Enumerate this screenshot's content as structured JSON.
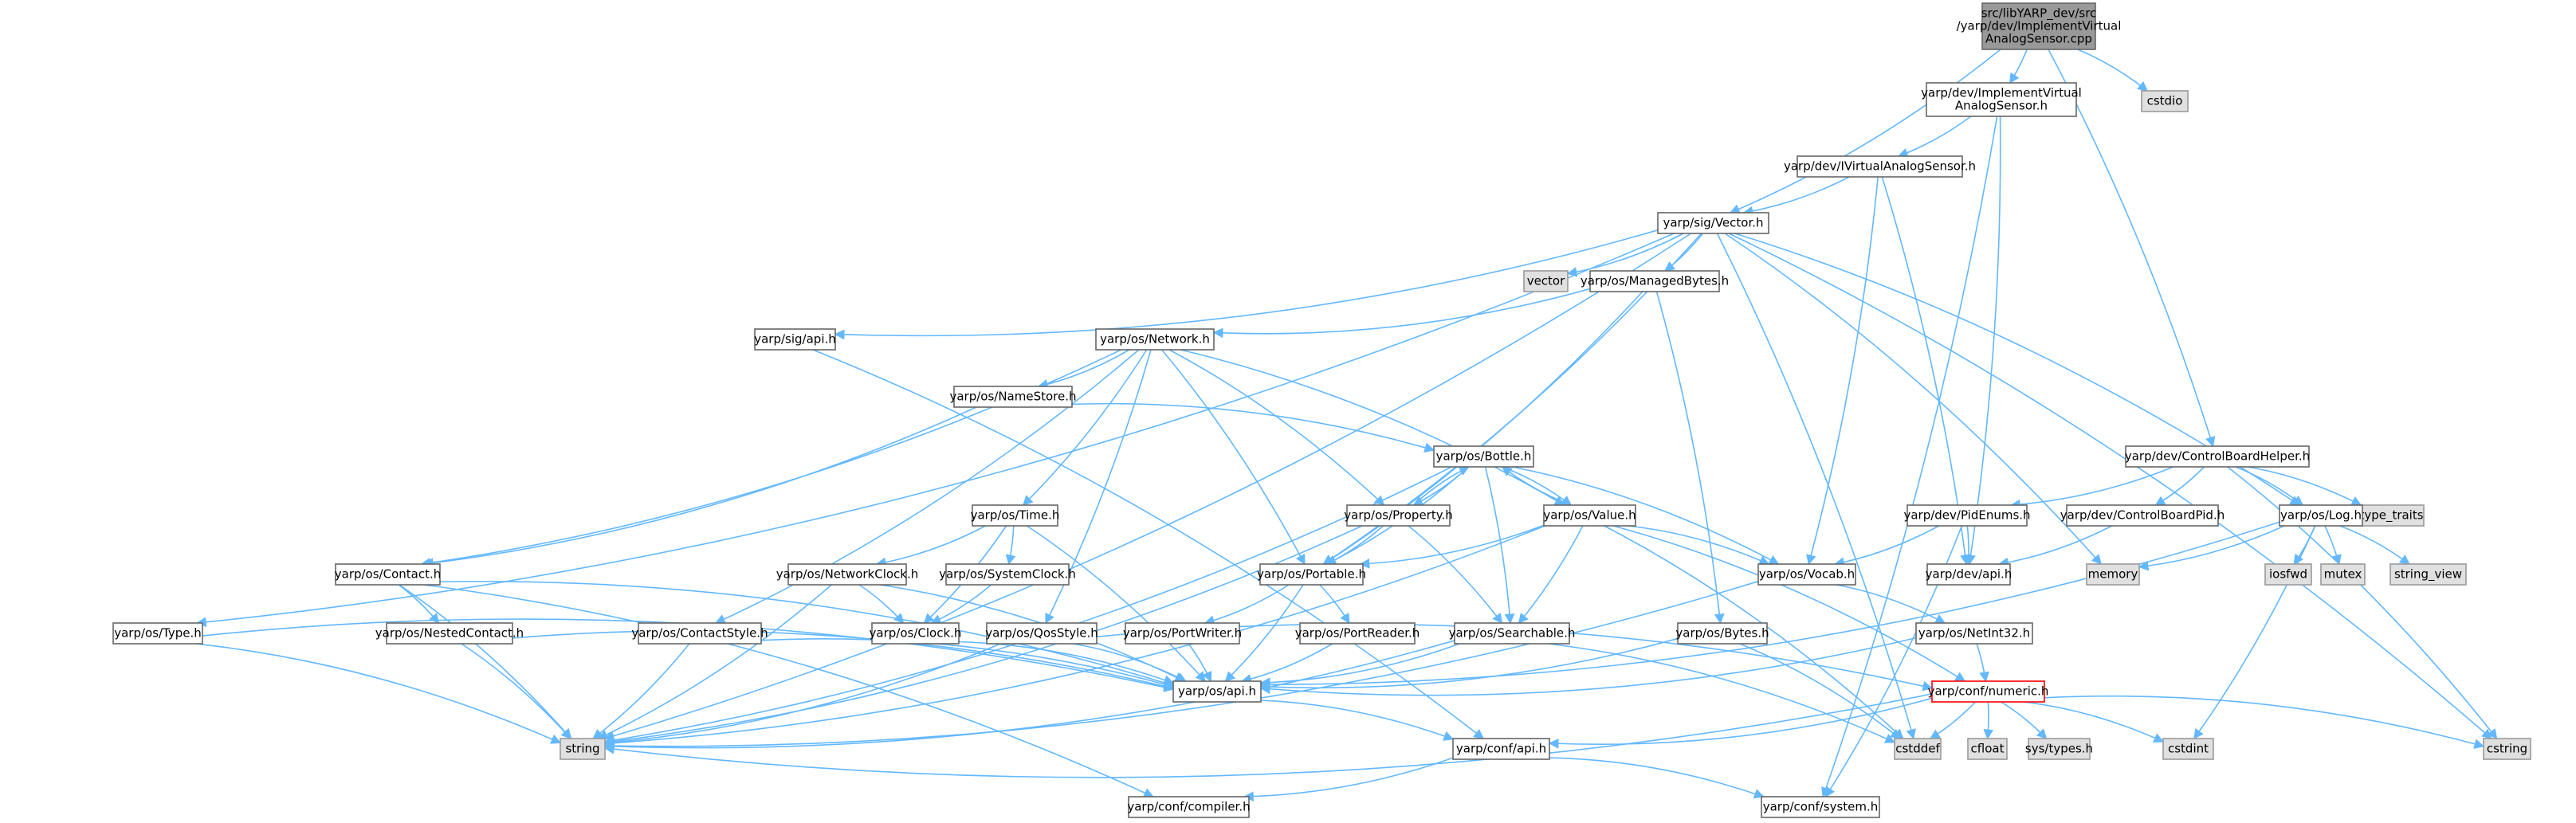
{
  "title": "src/libYARP_dev/src/yarp/dev/ImplementVirtualAnalogSensor.cpp",
  "colors": {
    "edge": "#63b8ff",
    "node_fill": "#ffffff",
    "node_stroke": "#666666",
    "root_fill": "#999999",
    "system_fill": "#e0e0e0",
    "system_stroke": "#999999",
    "warn_stroke": "#ff0000",
    "text": "#000000"
  },
  "nodes": [
    {
      "id": "root",
      "lines": [
        "src/libYARP_dev/src",
        "/yarp/dev/ImplementVirtual",
        "AnalogSensor.cpp"
      ],
      "kind": "root"
    },
    {
      "id": "cstdio",
      "lines": [
        "cstdio"
      ],
      "kind": "system"
    },
    {
      "id": "impl_h",
      "lines": [
        "yarp/dev/ImplementVirtual",
        "AnalogSensor.h"
      ],
      "kind": "normal"
    },
    {
      "id": "ivas_h",
      "lines": [
        "yarp/dev/IVirtualAnalogSensor.h"
      ],
      "kind": "normal"
    },
    {
      "id": "vector_h",
      "lines": [
        "yarp/sig/Vector.h"
      ],
      "kind": "normal"
    },
    {
      "id": "vector",
      "lines": [
        "vector"
      ],
      "kind": "system"
    },
    {
      "id": "managedbytes",
      "lines": [
        "yarp/os/ManagedBytes.h"
      ],
      "kind": "normal"
    },
    {
      "id": "sig_api",
      "lines": [
        "yarp/sig/api.h"
      ],
      "kind": "normal"
    },
    {
      "id": "network",
      "lines": [
        "yarp/os/Network.h"
      ],
      "kind": "normal"
    },
    {
      "id": "namestore",
      "lines": [
        "yarp/os/NameStore.h"
      ],
      "kind": "normal"
    },
    {
      "id": "bottle",
      "lines": [
        "yarp/os/Bottle.h"
      ],
      "kind": "normal"
    },
    {
      "id": "cbhelper",
      "lines": [
        "yarp/dev/ControlBoardHelper.h"
      ],
      "kind": "normal"
    },
    {
      "id": "type_traits",
      "lines": [
        "type_traits"
      ],
      "kind": "system"
    },
    {
      "id": "property",
      "lines": [
        "yarp/os/Property.h"
      ],
      "kind": "normal"
    },
    {
      "id": "value",
      "lines": [
        "yarp/os/Value.h"
      ],
      "kind": "normal"
    },
    {
      "id": "time",
      "lines": [
        "yarp/os/Time.h"
      ],
      "kind": "normal"
    },
    {
      "id": "pidenums",
      "lines": [
        "yarp/dev/PidEnums.h"
      ],
      "kind": "normal"
    },
    {
      "id": "cbpid",
      "lines": [
        "yarp/dev/ControlBoardPid.h"
      ],
      "kind": "normal"
    },
    {
      "id": "log",
      "lines": [
        "yarp/os/Log.h"
      ],
      "kind": "normal"
    },
    {
      "id": "contact",
      "lines": [
        "yarp/os/Contact.h"
      ],
      "kind": "normal"
    },
    {
      "id": "netclock",
      "lines": [
        "yarp/os/NetworkClock.h"
      ],
      "kind": "normal"
    },
    {
      "id": "sysclock",
      "lines": [
        "yarp/os/SystemClock.h"
      ],
      "kind": "normal"
    },
    {
      "id": "portable",
      "lines": [
        "yarp/os/Portable.h"
      ],
      "kind": "normal"
    },
    {
      "id": "vocab",
      "lines": [
        "yarp/os/Vocab.h"
      ],
      "kind": "normal"
    },
    {
      "id": "dev_api",
      "lines": [
        "yarp/dev/api.h"
      ],
      "kind": "normal"
    },
    {
      "id": "memory",
      "lines": [
        "memory"
      ],
      "kind": "system"
    },
    {
      "id": "iosfwd",
      "lines": [
        "iosfwd"
      ],
      "kind": "system"
    },
    {
      "id": "mutex",
      "lines": [
        "mutex"
      ],
      "kind": "system"
    },
    {
      "id": "string_view",
      "lines": [
        "string_view"
      ],
      "kind": "system"
    },
    {
      "id": "type_h",
      "lines": [
        "yarp/os/Type.h"
      ],
      "kind": "normal"
    },
    {
      "id": "nested",
      "lines": [
        "yarp/os/NestedContact.h"
      ],
      "kind": "normal"
    },
    {
      "id": "contactstyle",
      "lines": [
        "yarp/os/ContactStyle.h"
      ],
      "kind": "normal"
    },
    {
      "id": "clock",
      "lines": [
        "yarp/os/Clock.h"
      ],
      "kind": "normal"
    },
    {
      "id": "qosstyle",
      "lines": [
        "yarp/os/QosStyle.h"
      ],
      "kind": "normal"
    },
    {
      "id": "portwriter",
      "lines": [
        "yarp/os/PortWriter.h"
      ],
      "kind": "normal"
    },
    {
      "id": "portreader",
      "lines": [
        "yarp/os/PortReader.h"
      ],
      "kind": "normal"
    },
    {
      "id": "searchable",
      "lines": [
        "yarp/os/Searchable.h"
      ],
      "kind": "normal"
    },
    {
      "id": "bytes",
      "lines": [
        "yarp/os/Bytes.h"
      ],
      "kind": "normal"
    },
    {
      "id": "netint32",
      "lines": [
        "yarp/os/NetInt32.h"
      ],
      "kind": "normal"
    },
    {
      "id": "os_api",
      "lines": [
        "yarp/os/api.h"
      ],
      "kind": "normal"
    },
    {
      "id": "numeric",
      "lines": [
        "yarp/conf/numeric.h"
      ],
      "kind": "warn"
    },
    {
      "id": "string",
      "lines": [
        "string"
      ],
      "kind": "system"
    },
    {
      "id": "conf_api",
      "lines": [
        "yarp/conf/api.h"
      ],
      "kind": "normal"
    },
    {
      "id": "cstddef",
      "lines": [
        "cstddef"
      ],
      "kind": "system"
    },
    {
      "id": "cfloat",
      "lines": [
        "cfloat"
      ],
      "kind": "system"
    },
    {
      "id": "systypes",
      "lines": [
        "sys/types.h"
      ],
      "kind": "system"
    },
    {
      "id": "cstdint",
      "lines": [
        "cstdint"
      ],
      "kind": "system"
    },
    {
      "id": "cstring",
      "lines": [
        "cstring"
      ],
      "kind": "system"
    },
    {
      "id": "compiler",
      "lines": [
        "yarp/conf/compiler.h"
      ],
      "kind": "normal"
    },
    {
      "id": "system",
      "lines": [
        "yarp/conf/system.h"
      ],
      "kind": "normal"
    }
  ],
  "edges": [
    [
      "root",
      "cstdio"
    ],
    [
      "root",
      "impl_h"
    ],
    [
      "root",
      "vector_h"
    ],
    [
      "root",
      "cbhelper"
    ],
    [
      "impl_h",
      "ivas_h"
    ],
    [
      "impl_h",
      "dev_api"
    ],
    [
      "impl_h",
      "system"
    ],
    [
      "ivas_h",
      "vector_h"
    ],
    [
      "ivas_h",
      "vocab"
    ],
    [
      "ivas_h",
      "dev_api"
    ],
    [
      "vector_h",
      "vector"
    ],
    [
      "vector_h",
      "managedbytes"
    ],
    [
      "vector_h",
      "sig_api"
    ],
    [
      "vector_h",
      "type_h"
    ],
    [
      "vector_h",
      "string"
    ],
    [
      "vector_h",
      "portable"
    ],
    [
      "vector_h",
      "log"
    ],
    [
      "vector_h",
      "memory"
    ],
    [
      "vector_h",
      "cstddef"
    ],
    [
      "vector_h",
      "cstring"
    ],
    [
      "managedbytes",
      "network"
    ],
    [
      "managedbytes",
      "portable"
    ],
    [
      "managedbytes",
      "bytes"
    ],
    [
      "sig_api",
      "conf_api"
    ],
    [
      "network",
      "namestore"
    ],
    [
      "network",
      "contact"
    ],
    [
      "network",
      "contactstyle"
    ],
    [
      "network",
      "time"
    ],
    [
      "network",
      "portable"
    ],
    [
      "network",
      "property"
    ],
    [
      "network",
      "value"
    ],
    [
      "network",
      "qosstyle"
    ],
    [
      "namestore",
      "bottle"
    ],
    [
      "namestore",
      "contact"
    ],
    [
      "bottle",
      "property"
    ],
    [
      "bottle",
      "value"
    ],
    [
      "bottle",
      "portable"
    ],
    [
      "bottle",
      "searchable"
    ],
    [
      "bottle",
      "vocab"
    ],
    [
      "bottle",
      "string"
    ],
    [
      "property",
      "bottle"
    ],
    [
      "property",
      "portable"
    ],
    [
      "property",
      "searchable"
    ],
    [
      "property",
      "string"
    ],
    [
      "value",
      "bottle"
    ],
    [
      "value",
      "portable"
    ],
    [
      "value",
      "searchable"
    ],
    [
      "value",
      "vocab"
    ],
    [
      "value",
      "numeric"
    ],
    [
      "value",
      "cstddef"
    ],
    [
      "value",
      "string"
    ],
    [
      "time",
      "netclock"
    ],
    [
      "time",
      "sysclock"
    ],
    [
      "time",
      "clock"
    ],
    [
      "time",
      "os_api"
    ],
    [
      "netclock",
      "clock"
    ],
    [
      "netclock",
      "os_api"
    ],
    [
      "netclock",
      "string"
    ],
    [
      "sysclock",
      "clock"
    ],
    [
      "cbhelper",
      "pidenums"
    ],
    [
      "cbhelper",
      "cbpid"
    ],
    [
      "cbhelper",
      "log"
    ],
    [
      "cbhelper",
      "type_traits"
    ],
    [
      "cbhelper",
      "cstring"
    ],
    [
      "pidenums",
      "vocab"
    ],
    [
      "pidenums",
      "dev_api"
    ],
    [
      "pidenums",
      "system"
    ],
    [
      "cbpid",
      "dev_api"
    ],
    [
      "log",
      "os_api"
    ],
    [
      "log",
      "memory"
    ],
    [
      "log",
      "iosfwd"
    ],
    [
      "log",
      "mutex"
    ],
    [
      "log",
      "string_view"
    ],
    [
      "log",
      "cstdint"
    ],
    [
      "contact",
      "nested"
    ],
    [
      "contact",
      "string"
    ],
    [
      "contact",
      "os_api"
    ],
    [
      "contact",
      "compiler"
    ],
    [
      "portable",
      "portwriter"
    ],
    [
      "portable",
      "portreader"
    ],
    [
      "portable",
      "os_api"
    ],
    [
      "vocab",
      "netint32"
    ],
    [
      "vocab",
      "string"
    ],
    [
      "type_h",
      "os_api"
    ],
    [
      "type_h",
      "string"
    ],
    [
      "nested",
      "os_api"
    ],
    [
      "nested",
      "string"
    ],
    [
      "contactstyle",
      "os_api"
    ],
    [
      "contactstyle",
      "string"
    ],
    [
      "clock",
      "os_api"
    ],
    [
      "qosstyle",
      "os_api"
    ],
    [
      "qosstyle",
      "string"
    ],
    [
      "qosstyle",
      "numeric"
    ],
    [
      "portwriter",
      "os_api"
    ],
    [
      "portreader",
      "os_api"
    ],
    [
      "searchable",
      "os_api"
    ],
    [
      "searchable",
      "string"
    ],
    [
      "searchable",
      "cstddef"
    ],
    [
      "bytes",
      "os_api"
    ],
    [
      "bytes",
      "cstddef"
    ],
    [
      "netint32",
      "os_api"
    ],
    [
      "netint32",
      "numeric"
    ],
    [
      "os_api",
      "conf_api"
    ],
    [
      "numeric",
      "conf_api"
    ],
    [
      "numeric",
      "string"
    ],
    [
      "numeric",
      "cstddef"
    ],
    [
      "numeric",
      "cfloat"
    ],
    [
      "numeric",
      "systypes"
    ],
    [
      "numeric",
      "cstdint"
    ],
    [
      "numeric",
      "cstring"
    ],
    [
      "conf_api",
      "compiler"
    ],
    [
      "conf_api",
      "system"
    ]
  ]
}
